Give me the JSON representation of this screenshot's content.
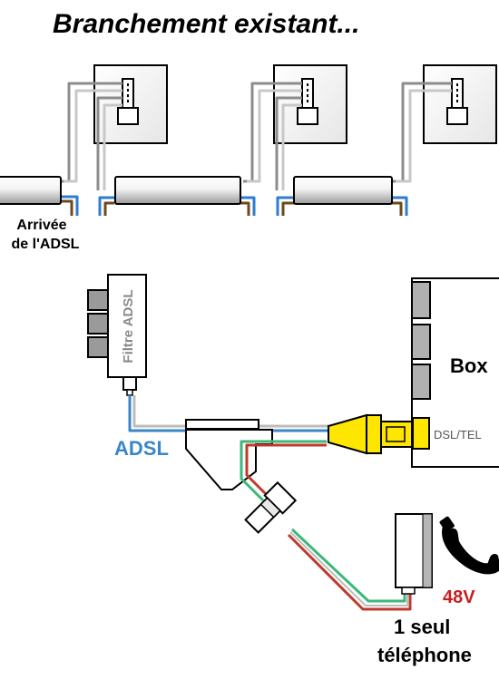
{
  "title": "Branchement existant...",
  "arrival_label": [
    "Arrivée",
    "de l'ADSL"
  ],
  "filter_label": "Filtre ADSL",
  "box_label": "Box",
  "port_label": "DSL/TEL",
  "adsl_label": "ADSL",
  "voltage_label": "48V",
  "phone_caption": [
    "1 seul",
    "téléphone"
  ],
  "colors": {
    "adsl_line": "#3a86c8",
    "voltage": "#c81e1e",
    "phone_wire_green": "#3cb878",
    "phone_wire_red": "#c0392b",
    "connector_yellow": "#ffe600",
    "outline": "#000000"
  },
  "icons": [
    "wall-socket-icon",
    "phone-handset-icon",
    "rj11-plug-icon",
    "rj45-plug-icon"
  ]
}
